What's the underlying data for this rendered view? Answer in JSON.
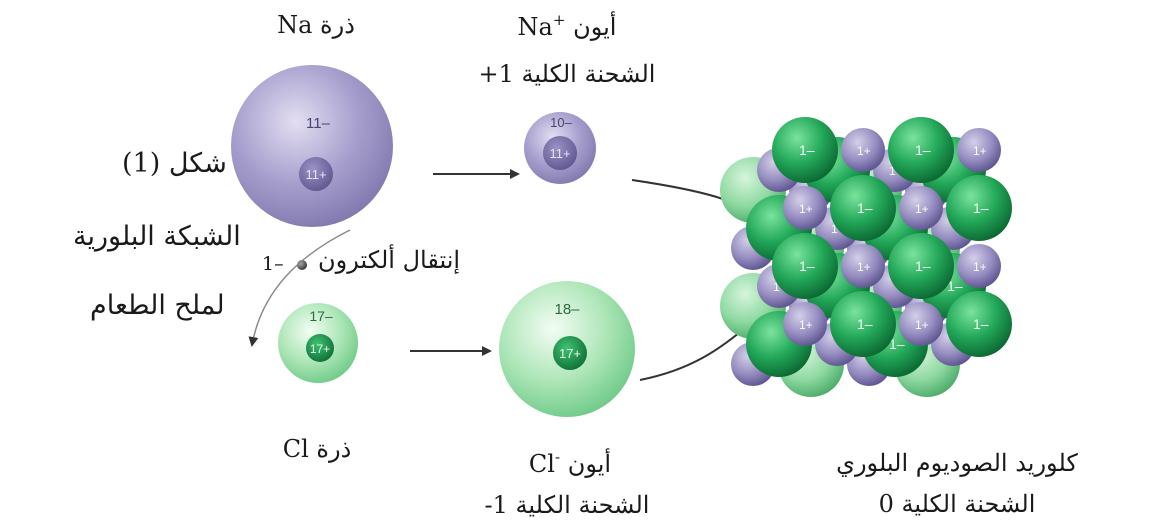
{
  "figure": {
    "caption_line1": "شكل (1)",
    "caption_line2": "الشبكة البلورية",
    "caption_line3": "لملح الطعام"
  },
  "na_atom": {
    "label": "ذرة Na",
    "shell_charge": "11–",
    "nucleus_charge": "11+"
  },
  "na_ion": {
    "label_word": "أيون",
    "label_symbol": "Na",
    "label_sup": "+",
    "total_charge": "الشحنة الكلية 1+",
    "shell_charge": "10–",
    "nucleus_charge": "11+"
  },
  "electron": {
    "charge": "1– ",
    "label": "إنتقال ألكترون"
  },
  "cl_atom": {
    "label": "ذرة Cl",
    "shell_charge": "17–",
    "nucleus_charge": "17+"
  },
  "cl_ion": {
    "label_word": "أيون",
    "label_symbol": "Cl",
    "label_sup": "-",
    "total_charge": "الشحنة الكلية 1-",
    "shell_charge": "18–",
    "nucleus_charge": "17+"
  },
  "crystal": {
    "label": "كلوريد الصوديوم البلوري",
    "total_charge": "الشحنة الكلية 0",
    "na_label": "1+",
    "cl_label": "1–"
  },
  "colors": {
    "sodium": "#9a92c2",
    "chlorine_light": "#b9ecc3",
    "chlorine_dark": "#1f9a52",
    "arrow": "#333333"
  }
}
